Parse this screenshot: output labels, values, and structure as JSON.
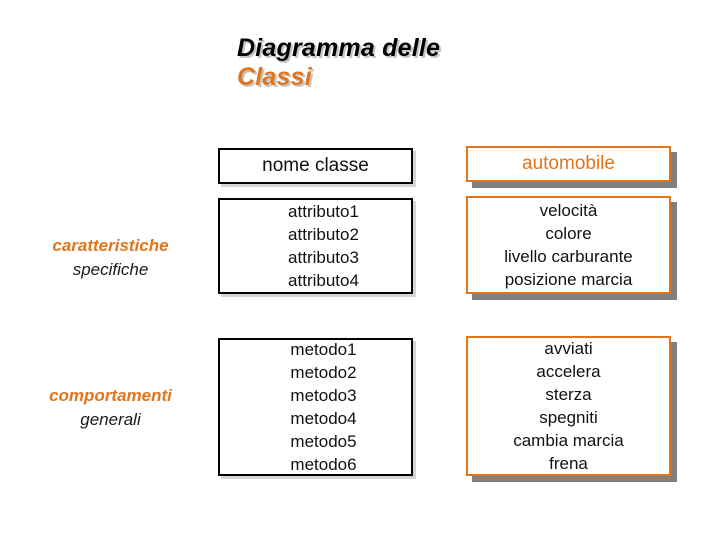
{
  "slide": {
    "background_color": "#ffffff",
    "accent_color": "#E2751C",
    "text_color": "#111111",
    "title": {
      "line1": "Diagramma delle",
      "line2": "Classi"
    }
  },
  "captions": {
    "features": {
      "strong": "caratteristiche",
      "soft": "specifiche"
    },
    "behaviours": {
      "strong": "comportamenti",
      "soft": "generali"
    }
  },
  "generic_class": {
    "name": "nome classe",
    "attributes": [
      "attributo1",
      "attributo2",
      "attributo3",
      "attributo4"
    ],
    "methods": [
      "metodo1",
      "metodo2",
      "metodo3",
      "metodo4",
      "metodo5",
      "metodo6"
    ]
  },
  "example_class": {
    "name": "automobile",
    "attributes": [
      "velocità",
      "colore",
      "livello carburante",
      "posizione marcia"
    ],
    "methods": [
      "avviati",
      "accelera",
      "sterza",
      "spegniti",
      "cambia marcia",
      "frena"
    ]
  }
}
